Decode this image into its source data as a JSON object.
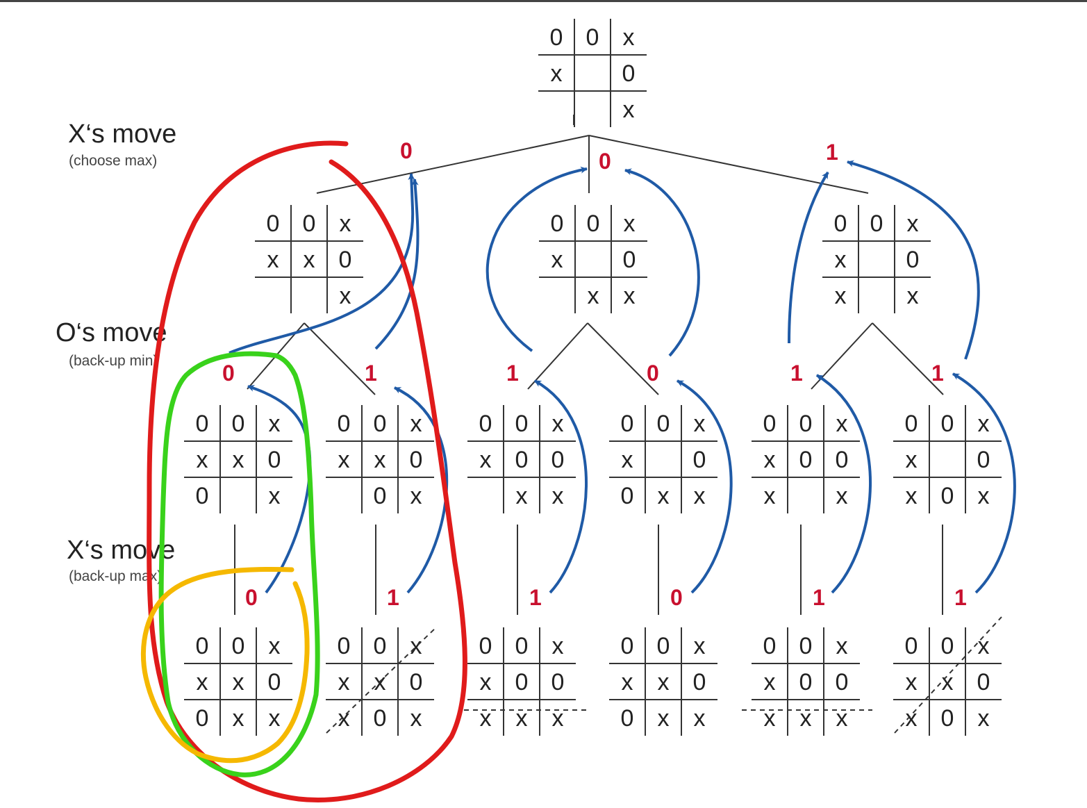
{
  "labels": [
    {
      "main": "X‘s move",
      "sub": "(choose max)"
    },
    {
      "main": "O‘s move",
      "sub": "(back-up min)"
    },
    {
      "main": "X‘s move",
      "sub": "(back-up max)"
    }
  ],
  "colors": {
    "value": "#c8102e",
    "arrow": "#1f5aa6",
    "line": "#333333",
    "highlight_red": "#e01b1b",
    "highlight_green": "#39d21b",
    "highlight_yellow": "#f5b800"
  },
  "boards": {
    "root": [
      "0",
      "0",
      "x",
      "x",
      "",
      "0",
      "",
      "",
      "x"
    ],
    "level1": [
      [
        "0",
        "0",
        "x",
        "x",
        "x",
        "0",
        "",
        "",
        "x"
      ],
      [
        "0",
        "0",
        "x",
        "x",
        "",
        "0",
        "",
        "x",
        "x"
      ],
      [
        "0",
        "0",
        "x",
        "x",
        "",
        "0",
        "x",
        "",
        "x"
      ]
    ],
    "level2": [
      [
        "0",
        "0",
        "x",
        "x",
        "x",
        "0",
        "0",
        "",
        "x"
      ],
      [
        "0",
        "0",
        "x",
        "x",
        "x",
        "0",
        "",
        "0",
        "x"
      ],
      [
        "0",
        "0",
        "x",
        "x",
        "0",
        "0",
        "",
        "x",
        "x"
      ],
      [
        "0",
        "0",
        "x",
        "x",
        "",
        "0",
        "0",
        "x",
        "x"
      ],
      [
        "0",
        "0",
        "x",
        "x",
        "0",
        "0",
        "x",
        "",
        "x"
      ],
      [
        "0",
        "0",
        "x",
        "x",
        "",
        "0",
        "x",
        "0",
        "x"
      ]
    ],
    "level3": [
      [
        "0",
        "0",
        "x",
        "x",
        "x",
        "0",
        "0",
        "x",
        "x"
      ],
      [
        "0",
        "0",
        "x",
        "x",
        "x",
        "0",
        "x",
        "0",
        "x"
      ],
      [
        "0",
        "0",
        "x",
        "x",
        "0",
        "0",
        "x",
        "x",
        "x"
      ],
      [
        "0",
        "0",
        "x",
        "x",
        "x",
        "0",
        "0",
        "x",
        "x"
      ],
      [
        "0",
        "0",
        "x",
        "x",
        "0",
        "0",
        "x",
        "x",
        "x"
      ],
      [
        "0",
        "0",
        "x",
        "x",
        "x",
        "0",
        "x",
        "0",
        "x"
      ]
    ]
  },
  "values": {
    "level1": [
      "0",
      "0",
      "1"
    ],
    "level2": [
      "0",
      "1",
      "1",
      "0",
      "1",
      "1"
    ],
    "level3": [
      "0",
      "1",
      "1",
      "0",
      "1",
      "1"
    ]
  }
}
